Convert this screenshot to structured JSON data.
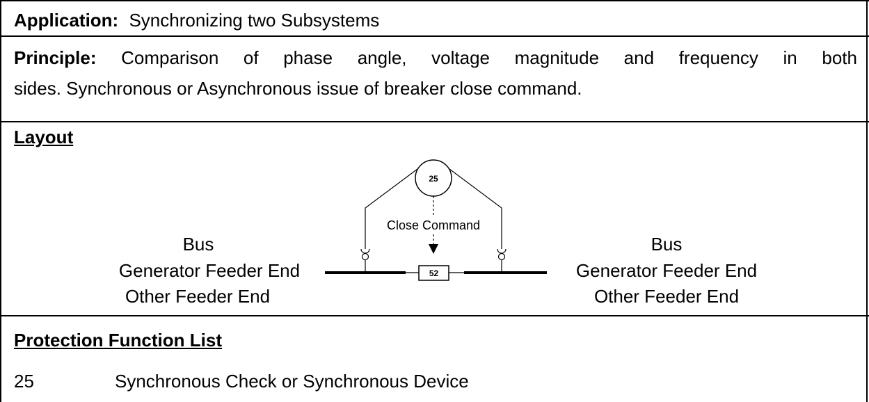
{
  "application": {
    "label": "Application:",
    "value": "Synchronizing two Subsystems"
  },
  "principle": {
    "label": "Principle:",
    "words_line1": [
      "Comparison",
      "of",
      "phase",
      "angle,",
      "voltage",
      "magnitude",
      "and",
      "frequency",
      "in",
      "both"
    ],
    "line2": "sides. Synchronous or Asynchronous issue of breaker close command."
  },
  "layout": {
    "heading": "Layout",
    "relay_label": "25",
    "breaker_label": "52",
    "close_command": "Close Command",
    "left_labels": [
      "Bus",
      "Generator Feeder End",
      "Other Feeder End"
    ],
    "right_labels": [
      "Bus",
      "Generator Feeder End",
      "Other Feeder End"
    ]
  },
  "protection": {
    "heading": "Protection Function List",
    "functions": [
      {
        "code": "25",
        "description": "Synchronous Check or Synchronous Device"
      }
    ]
  }
}
